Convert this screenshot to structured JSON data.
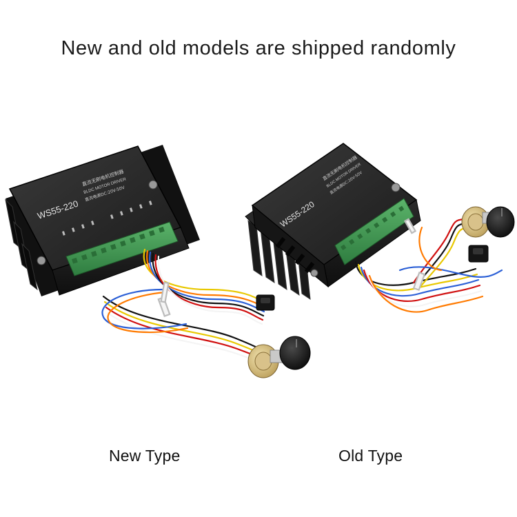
{
  "header": {
    "title": "New and old models are shipped randomly"
  },
  "products": [
    {
      "caption": "New Type",
      "model_label": "WS55-220",
      "spec_line_1": "直流无刷电机控制器",
      "spec_line_2": "BLDC MOTOR DRIVER",
      "spec_line_3": "直流电源DC:20V-50V"
    },
    {
      "caption": "Old Type",
      "model_label": "WS55-220",
      "spec_line_1": "直流无刷电机控制器",
      "spec_line_2": "BLDC MOTOR DRIVER",
      "spec_line_3": "直流电源DC:20V-50V"
    }
  ]
}
